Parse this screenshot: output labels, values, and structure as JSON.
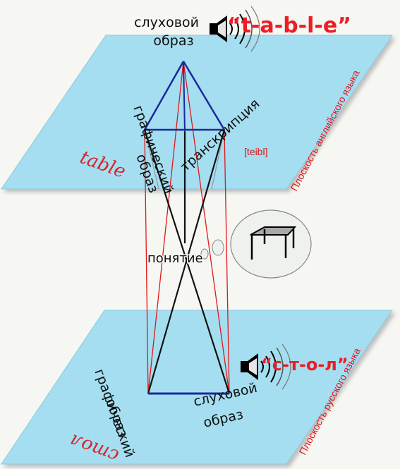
{
  "upper_plane": {
    "auditory_image": "слуховой образ",
    "auditory_line1": "слуховой",
    "auditory_line2": "образ",
    "sound_word": "“t-a-b-l-e”",
    "graphic_line1": "графический",
    "graphic_line2": "образ",
    "graphic_word": "table",
    "transcription_label": "транскрипция",
    "transcription_value": "[teibl]",
    "plane_label": "Плоскость английского языка"
  },
  "concept_label": "понятие",
  "lower_plane": {
    "graphic_line1": "графический",
    "graphic_line2": "образ",
    "graphic_word": "стол",
    "auditory_line1": "слуховой",
    "auditory_line2": "образ",
    "sound_word": "“с-т-о-л”",
    "plane_label": "Плоскость русского языка"
  },
  "colors": {
    "plane_fill": "#a4def0",
    "triangle": "#1a2a9c",
    "connector_red": "#e01818",
    "connector_black": "#111111",
    "label_red": "#ee1c24"
  },
  "icons": [
    "speaker-icon-top",
    "speaker-icon-bottom",
    "table-icon",
    "thought-bubble"
  ]
}
